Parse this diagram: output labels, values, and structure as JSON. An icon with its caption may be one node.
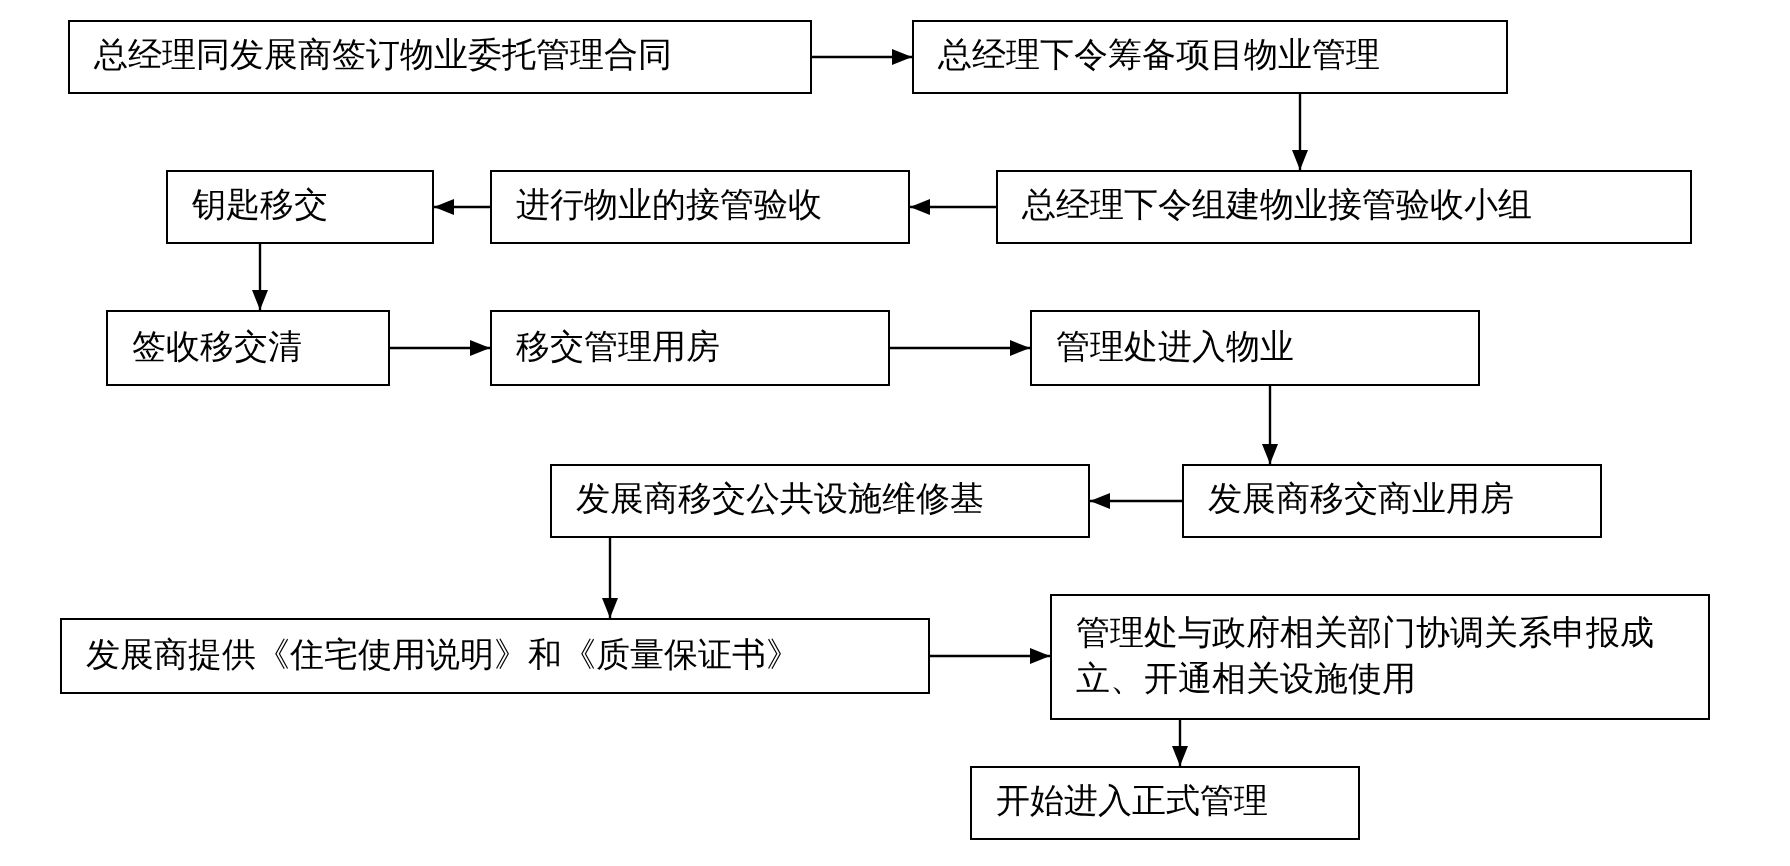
{
  "diagram": {
    "nodes": [
      {
        "text": [
          "总经理同发展商签订物业委托管理合同"
        ]
      },
      {
        "text": [
          "总经理下令筹备项目物业管理"
        ]
      },
      {
        "text": [
          "总经理下令组建物业接管验收小组"
        ]
      },
      {
        "text": [
          "进行物业的接管验收"
        ]
      },
      {
        "text": [
          "钥匙移交"
        ]
      },
      {
        "text": [
          "签收移交清"
        ]
      },
      {
        "text": [
          "移交管理用房"
        ]
      },
      {
        "text": [
          "管理处进入物业"
        ]
      },
      {
        "text": [
          "发展商移交商业用房"
        ]
      },
      {
        "text": [
          "发展商移交公共设施维修基"
        ]
      },
      {
        "text": [
          "发展商提供《住宅使用说明》和《质量保证书》"
        ]
      },
      {
        "text": [
          "管理处与政府相关部门协调关系申报成立、开通相关设施使用"
        ]
      },
      {
        "text": [
          "开始进入正式管理"
        ]
      }
    ],
    "edges": [
      {
        "from": 0,
        "to": 1,
        "arrow": "to"
      },
      {
        "from": 1,
        "to": 2,
        "arrow": "to"
      },
      {
        "from": 2,
        "to": 3,
        "arrow": "to"
      },
      {
        "from": 3,
        "to": 4,
        "arrow": "to"
      },
      {
        "from": 4,
        "to": 5,
        "arrow": "to"
      },
      {
        "from": 5,
        "to": 6,
        "arrow": "to"
      },
      {
        "from": 6,
        "to": 7,
        "arrow": "to"
      },
      {
        "from": 7,
        "to": 8,
        "arrow": "to"
      },
      {
        "from": 8,
        "to": 9,
        "arrow": "to"
      },
      {
        "from": 9,
        "to": 10,
        "arrow": "to"
      },
      {
        "from": 10,
        "to": 11,
        "arrow": "to"
      },
      {
        "from": 11,
        "to": 12,
        "arrow": "to"
      }
    ]
  }
}
